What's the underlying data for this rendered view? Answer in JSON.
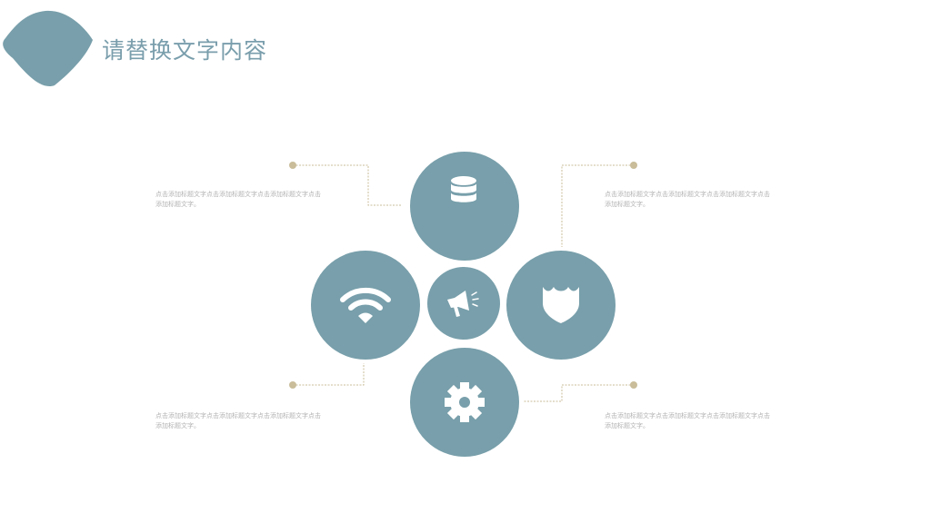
{
  "slide": {
    "title": "请替换文字内容"
  },
  "colors": {
    "accent": "#789fab",
    "connector": "#c9bd9a",
    "text_muted": "#b3b3b3"
  },
  "nodes": [
    {
      "id": "top",
      "icon": "database-icon"
    },
    {
      "id": "left",
      "icon": "wifi-icon"
    },
    {
      "id": "center",
      "icon": "megaphone-icon"
    },
    {
      "id": "right",
      "icon": "shield-icon"
    },
    {
      "id": "bottom",
      "icon": "gear-icon"
    }
  ],
  "descriptions": {
    "top_left": "点击添加标题文字点击添加标题文字点击添加标题文字点击添加标题文字。",
    "top_right": "点击添加标题文字点击添加标题文字点击添加标题文字点击添加标题文字。",
    "bottom_left": "点击添加标题文字点击添加标题文字点击添加标题文字点击添加标题文字。",
    "bottom_right": "点击添加标题文字点击添加标题文字点击添加标题文字点击添加标题文字。"
  }
}
